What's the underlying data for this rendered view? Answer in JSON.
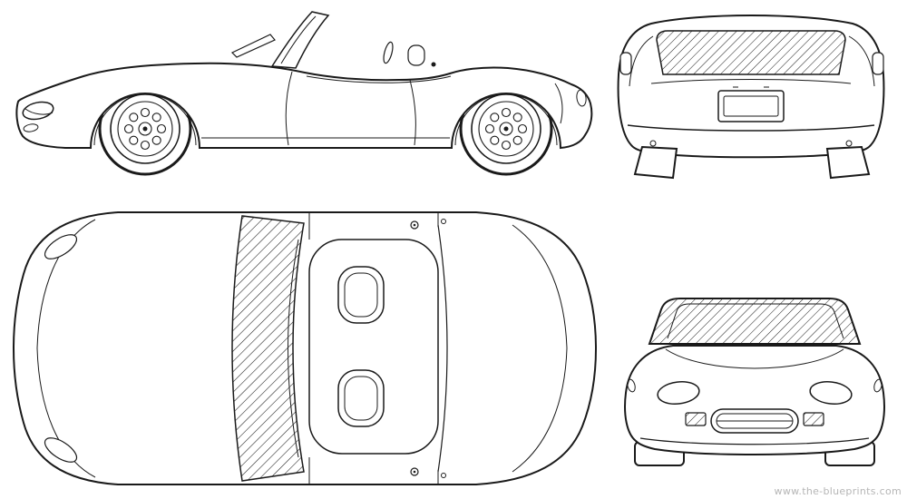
{
  "canvas": {
    "background": "#ffffff",
    "line_color": "#1a1a1a"
  },
  "watermark": {
    "text": "www.the-blueprints.com",
    "color": "#b6b6b6"
  },
  "views": [
    {
      "id": "side",
      "name": "side-view-drawing"
    },
    {
      "id": "rear",
      "name": "rear-view-drawing"
    },
    {
      "id": "top",
      "name": "top-view-drawing"
    },
    {
      "id": "front",
      "name": "front-view-drawing"
    }
  ]
}
